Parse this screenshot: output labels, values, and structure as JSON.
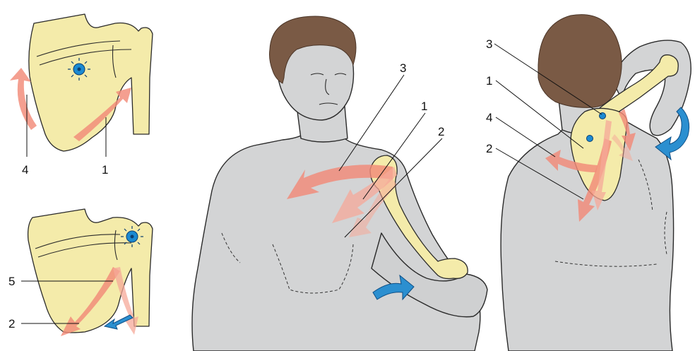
{
  "panels": {
    "scapula_top": {
      "labels": [
        {
          "id": "4",
          "text": "4"
        },
        {
          "id": "1",
          "text": "1"
        }
      ]
    },
    "scapula_bottom": {
      "labels": [
        {
          "id": "5",
          "text": "5"
        },
        {
          "id": "2",
          "text": "2"
        }
      ]
    },
    "front_view": {
      "labels": [
        {
          "id": "3",
          "text": "3"
        },
        {
          "id": "1",
          "text": "1"
        },
        {
          "id": "2",
          "text": "2"
        }
      ]
    },
    "back_view": {
      "labels": [
        {
          "id": "3",
          "text": "3"
        },
        {
          "id": "1",
          "text": "1"
        },
        {
          "id": "4",
          "text": "4"
        },
        {
          "id": "2",
          "text": "2"
        }
      ]
    }
  },
  "colors": {
    "bone": "#f4ebaa",
    "skin": "#d3d4d5",
    "hair": "#7a5a45",
    "movement_arrow": "#f28a78",
    "rotation_arrow": "#2b8fd0",
    "pivot_dot": "#1b8ad2"
  }
}
